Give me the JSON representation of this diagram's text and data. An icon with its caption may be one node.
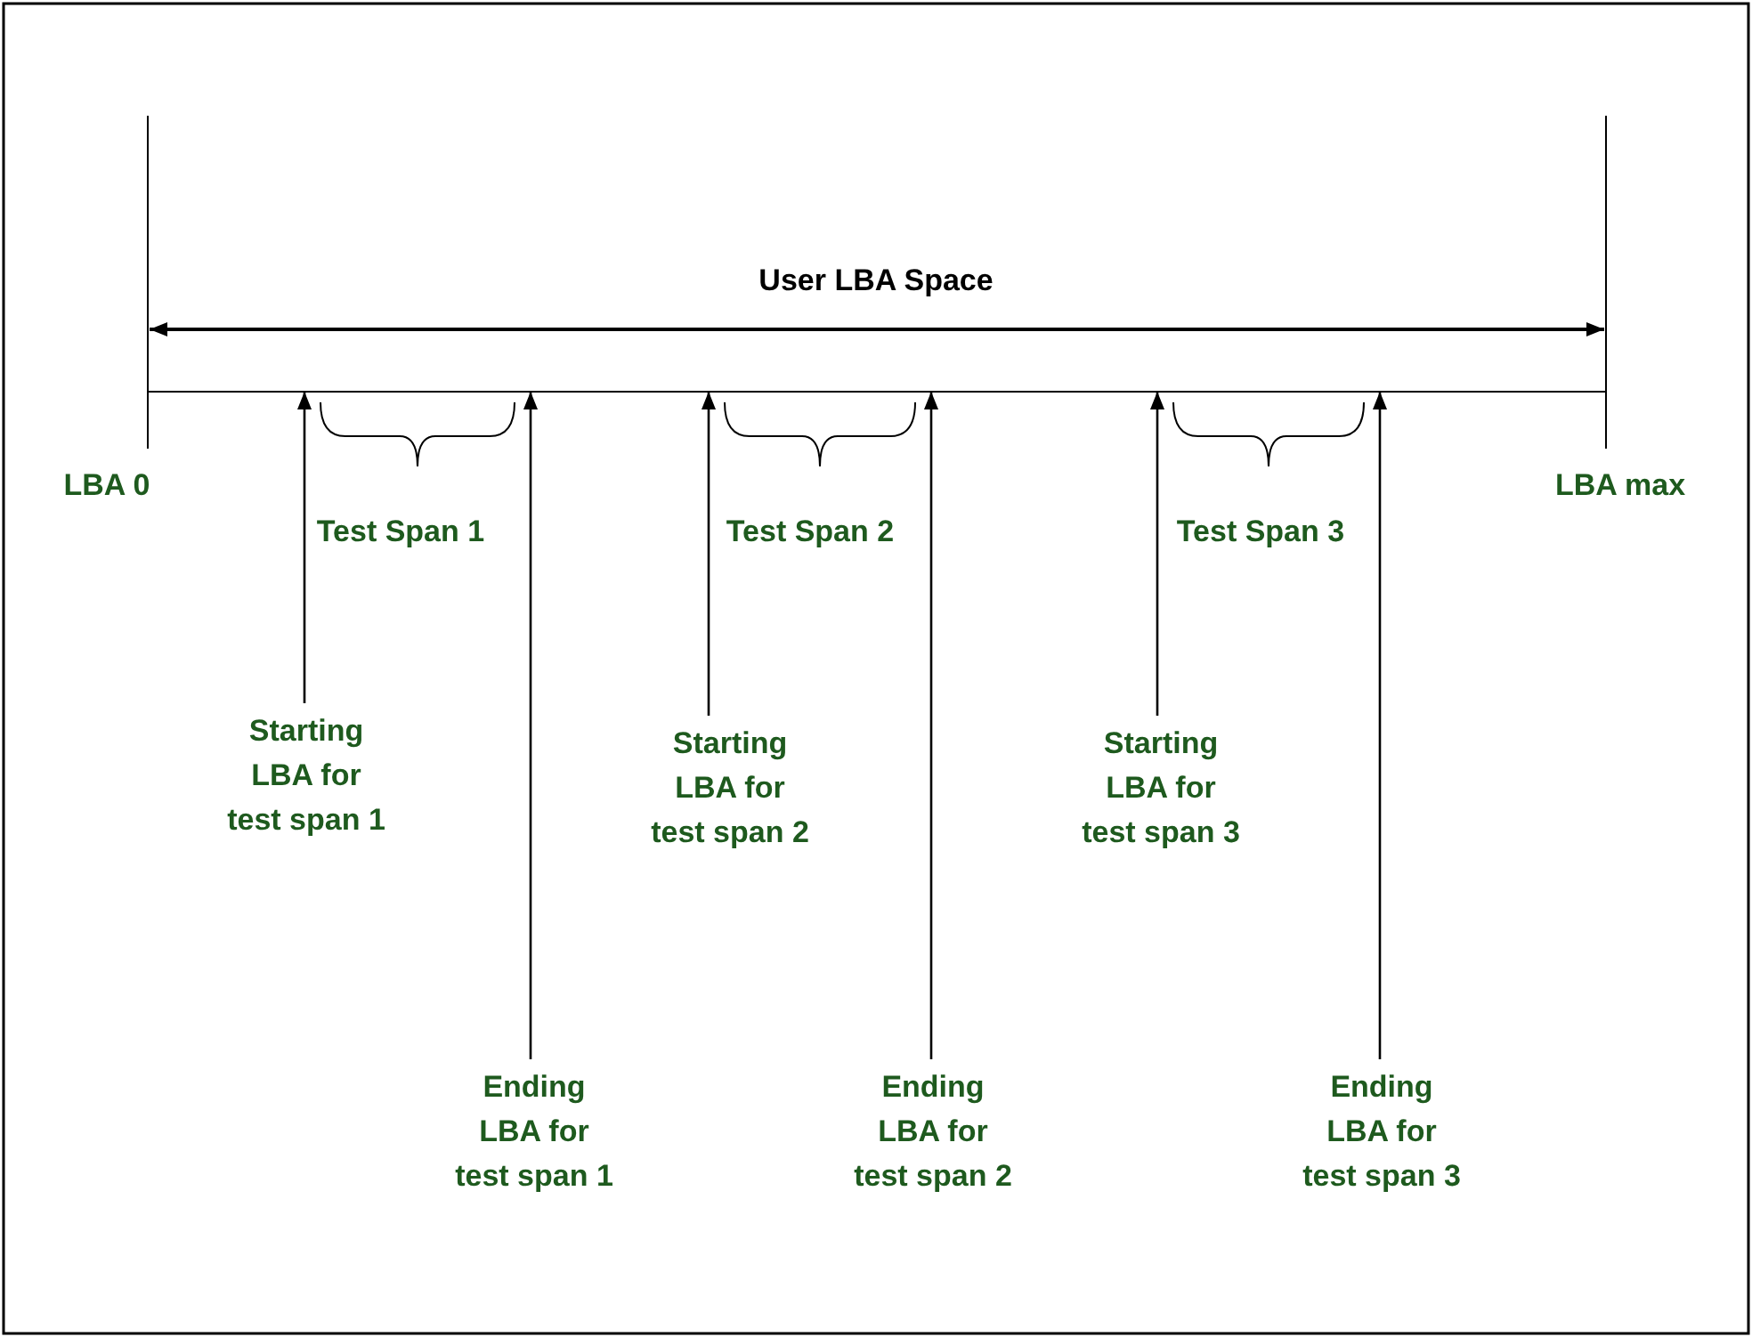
{
  "diagram": {
    "nodes": [
      {
        "text": [],
        "shape": "bar"
      },
      {
        "text": [
          "Starting LBA for test span 1"
        ]
      },
      {
        "text": [
          "Starting LBA for test span 2"
        ]
      },
      {
        "text": [
          "Starting LBA for test span 3"
        ]
      },
      {
        "text": [
          "Ending LBA for test span 1"
        ]
      },
      {
        "text": [
          "Ending LBA for test span 2"
        ]
      },
      {
        "text": [
          "Ending LBA for test span 3"
        ]
      }
    ],
    "edges": [
      {
        "from": 1,
        "to": 0,
        "arrow": "to"
      },
      {
        "from": 2,
        "to": 0,
        "arrow": "to"
      },
      {
        "from": 3,
        "to": 0,
        "arrow": "to"
      },
      {
        "from": 4,
        "to": 0,
        "arrow": "to"
      },
      {
        "from": 5,
        "to": 0,
        "arrow": "to"
      },
      {
        "from": 6,
        "to": 0,
        "arrow": "to"
      }
    ],
    "labels": [
      "User LBA Space",
      "LBA 0",
      "Test Span 1",
      "Test Span 2",
      "Test Span 3",
      "LBA max"
    ]
  }
}
